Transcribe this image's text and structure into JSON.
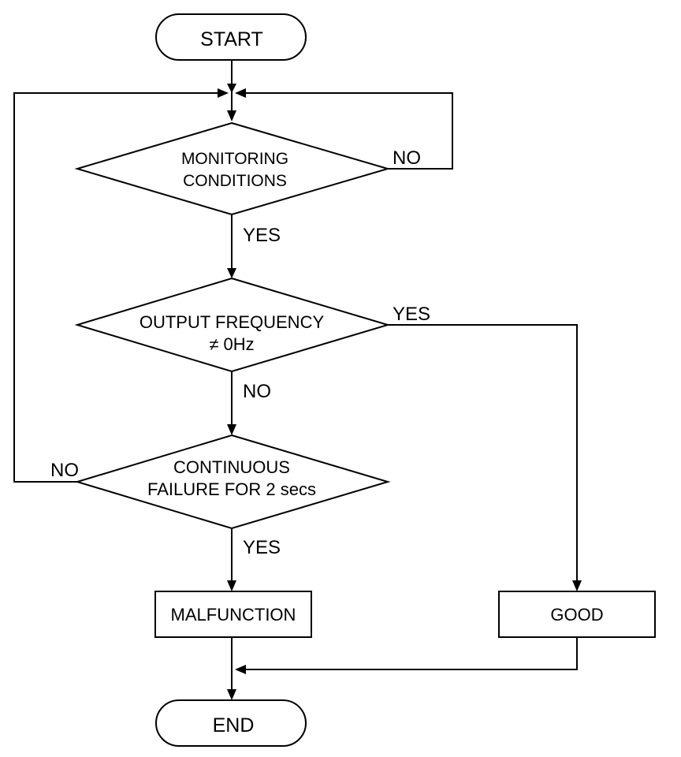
{
  "flowchart": {
    "start": "START",
    "end": "END",
    "decision_monitoring": {
      "line1": "MONITORING",
      "line2": "CONDITIONS"
    },
    "decision_output": {
      "line1": "OUTPUT FREQUENCY",
      "line2": "≠ 0Hz"
    },
    "decision_continuous": {
      "line1": "CONTINUOUS",
      "line2": "FAILURE FOR 2 secs"
    },
    "malfunction": "MALFUNCTION",
    "good": "GOOD",
    "edges": {
      "monitoring_no": "NO",
      "monitoring_yes": "YES",
      "output_yes": "YES",
      "output_no": "NO",
      "continuous_no": "NO",
      "continuous_yes": "YES"
    }
  }
}
